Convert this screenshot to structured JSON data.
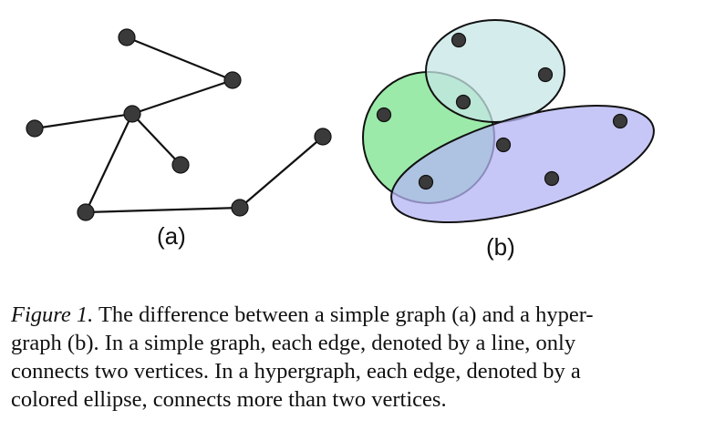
{
  "panels": {
    "simple_graph_label": "(a)",
    "hypergraph_label": "(b)"
  },
  "colors": {
    "edge_line": "#111111",
    "vertex": "#3a3a3a",
    "green_hyperedge": "#90e8a0",
    "cyan_hyperedge": "#c6e6e6",
    "purple_hyperedge": "#b4b4f4"
  },
  "caption": {
    "figure_ref": "Figure 1.",
    "line1_rest": " The difference between a simple graph (a) and a hyper-",
    "line2": "graph (b).  In a simple graph, each edge, denoted by a line, only",
    "line3": "connects two vertices. In a hypergraph, each edge, denoted by a",
    "line4": "colored ellipse, connects more than two vertices."
  }
}
